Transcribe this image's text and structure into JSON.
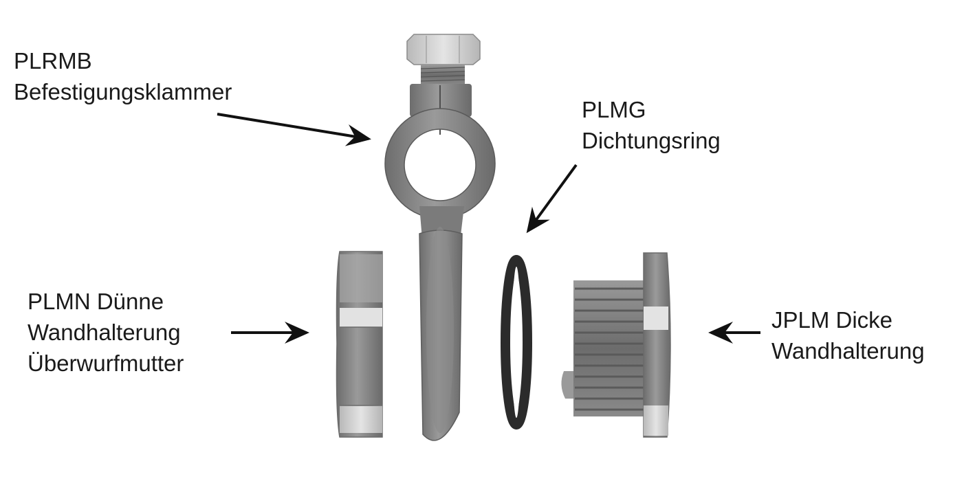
{
  "labels": {
    "plrmb": {
      "code": "PLRMB",
      "name": "Befestigungsklammer"
    },
    "plmg": {
      "code": "PLMG",
      "name": "Dichtungsring"
    },
    "plmn": {
      "line1": "PLMN Dünne",
      "line2": "Wandhalterung",
      "line3": "Überwurfmutter"
    },
    "jplm": {
      "line1": "JPLM Dicke",
      "line2": "Wandhalterung"
    }
  },
  "colors": {
    "metal": "#8c8c8c",
    "metal_dark": "#5e5e5e",
    "metal_light": "#cfcfcf",
    "gasket": "#2b2b2b",
    "arrow": "#111111",
    "text": "#1a1a1a"
  }
}
